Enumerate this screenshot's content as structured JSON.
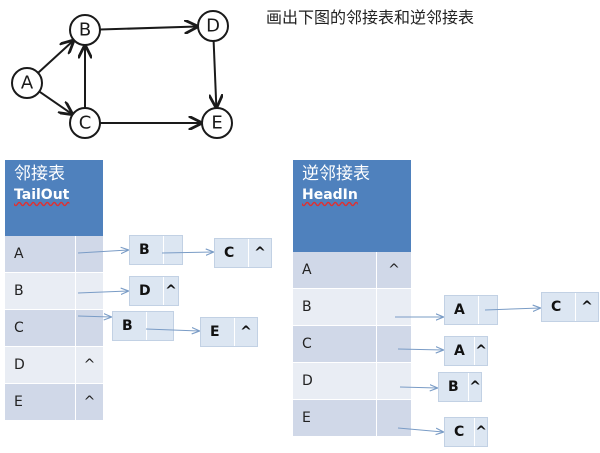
{
  "title": "画出下图的邻接表和逆邻接表",
  "graph": {
    "nodes": [
      "A",
      "B",
      "C",
      "D",
      "E"
    ],
    "edges": [
      [
        "A",
        "B"
      ],
      [
        "A",
        "C"
      ],
      [
        "B",
        "D"
      ],
      [
        "C",
        "B"
      ],
      [
        "C",
        "E"
      ],
      [
        "D",
        "E"
      ]
    ]
  },
  "adjacency_table": {
    "title": "邻接表",
    "subtitle": "TailOut",
    "rows": [
      {
        "vertex": "A",
        "pointer": ""
      },
      {
        "vertex": "B",
        "pointer": ""
      },
      {
        "vertex": "C",
        "pointer": ""
      },
      {
        "vertex": "D",
        "pointer": "^"
      },
      {
        "vertex": "E",
        "pointer": "^"
      }
    ],
    "lists": [
      [
        {
          "value": "B",
          "next": ""
        },
        {
          "value": "C",
          "next": "^"
        }
      ],
      [
        {
          "value": "D",
          "next": "^"
        }
      ],
      [
        {
          "value": "B",
          "next": ""
        },
        {
          "value": "E",
          "next": "^"
        }
      ]
    ]
  },
  "reverse_table": {
    "title": "逆邻接表",
    "subtitle": "HeadIn",
    "rows": [
      {
        "vertex": "A",
        "pointer": "^"
      },
      {
        "vertex": "B",
        "pointer": ""
      },
      {
        "vertex": "C",
        "pointer": ""
      },
      {
        "vertex": "D",
        "pointer": ""
      },
      {
        "vertex": "E",
        "pointer": ""
      }
    ],
    "lists": [
      [
        {
          "value": "A",
          "next": ""
        },
        {
          "value": "C",
          "next": "^"
        }
      ],
      [
        {
          "value": "A",
          "next": "^"
        }
      ],
      [
        {
          "value": "B",
          "next": "^"
        }
      ],
      [
        {
          "value": "C",
          "next": "^"
        }
      ]
    ]
  }
}
